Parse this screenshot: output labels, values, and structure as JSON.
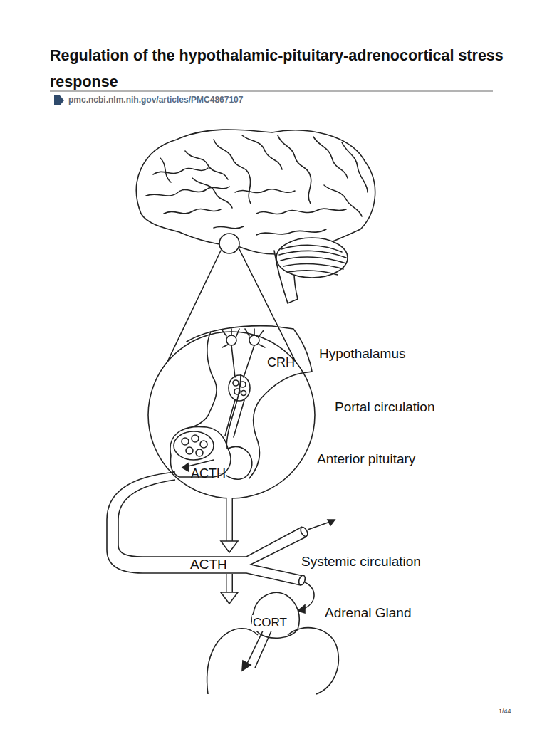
{
  "diagram": {
    "title": "Regulation of the hypothalamic-pituitary-adrenocortical stress response",
    "nodes": [
      {
        "text": [
          "CRH",
          "Hypothalamus"
        ]
      },
      {
        "text": [
          "ACTH",
          "Anterior pituitary"
        ]
      },
      {
        "text": [
          "ACTH",
          "Systemic circulation"
        ]
      },
      {
        "text": [
          "CORT",
          "Adrenal Gland"
        ]
      }
    ],
    "edges": [
      {
        "from": 0,
        "to": 1,
        "arrow": "none",
        "label": "Portal circulation"
      },
      {
        "from": 1,
        "to": 2,
        "arrow": "to"
      },
      {
        "from": 2,
        "to": 3,
        "arrow": "to"
      }
    ],
    "labels": [
      "pmc.ncbi.nlm.nih.gov/articles/PMC4867107",
      "1/44"
    ]
  }
}
